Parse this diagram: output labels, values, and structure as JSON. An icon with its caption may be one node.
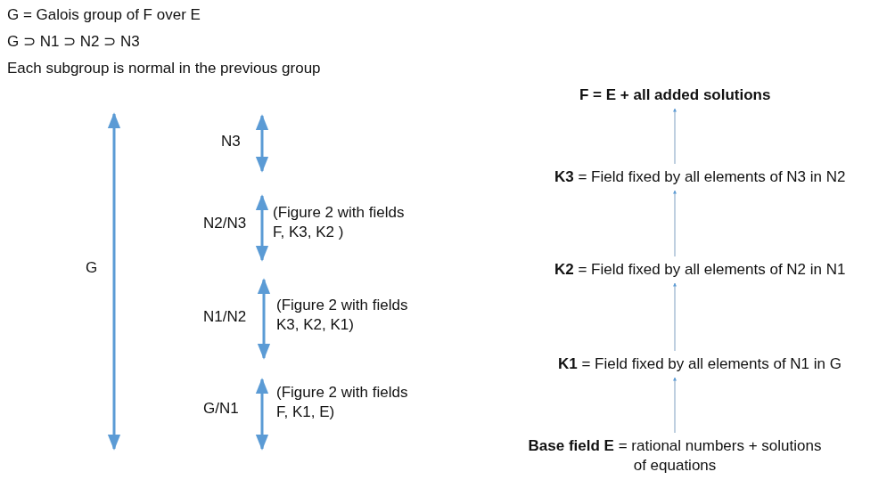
{
  "diagram": {
    "nodes": [
      {
        "text": [
          "F = E + all added solutions"
        ]
      },
      {
        "text": [
          "**K3** = Field fixed by all elements of N3 in N2"
        ]
      },
      {
        "text": [
          "**K2** = Field fixed by all elements of N2 in N1"
        ]
      },
      {
        "text": [
          "**K1** = Field fixed by all elements of N1 in G"
        ]
      },
      {
        "text": [
          "**Base field E** = rational numbers + solutions of equations"
        ]
      }
    ],
    "edges": [
      {
        "from": 4,
        "to": 3,
        "arrow": "to"
      },
      {
        "from": 3,
        "to": 2,
        "arrow": "to"
      },
      {
        "from": 2,
        "to": 1,
        "arrow": "to"
      },
      {
        "from": 1,
        "to": 0,
        "arrow": "to"
      }
    ],
    "labels": [
      "G  = Galois group of F over E",
      "G ⊃ N1 ⊃ N2 ⊃ N3",
      "Each subgroup is normal in the previous group",
      "N3",
      "N2/N3",
      "(Figure 2 with fields F, K3, K2 )",
      "G",
      "N1/N2",
      "(Figure 2 with fields K3, K2, K1)",
      "G/N1",
      "(Figure 2 with fields F, K1, E)"
    ]
  }
}
